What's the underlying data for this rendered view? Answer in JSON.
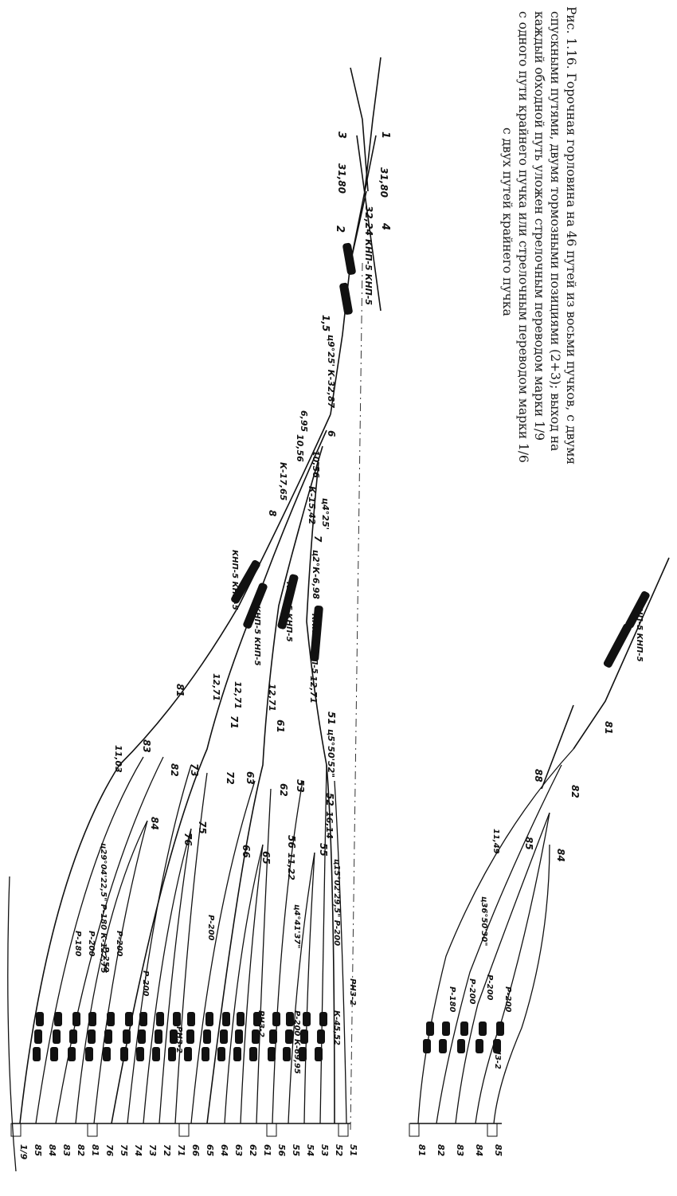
{
  "caption": {
    "lines": [
      "Рис. 1.16. Горочная горловина на 46 путей из восьми пучков, с двумя",
      "спускными путями, двумя тормозными позициями (2+3); выход на",
      "каждый обходной путь уложен стрелочным переводом марки 1/9",
      "с одного пути крайнего пучка или стрелочным переводом марки 1/6",
      "с двух путей крайнего пучка"
    ]
  },
  "labels": {
    "main": [
      "1",
      "3",
      "31,80",
      "31,80",
      "4",
      "2",
      "32,24",
      "КНП-5 КНП-5",
      "1,5",
      "ц9°25' К-32,87",
      "6,95",
      "6",
      "10,56",
      "10,56",
      "ц4°25'",
      "К-15,42",
      "7",
      "ц2°К-6,98",
      "8",
      "К-17,65",
      "КНП-5 КНП-5",
      "КНП-5 КНП-5",
      "КНП-5 КНП-5",
      "КНП-5 КНП-5",
      "12,71",
      "12,71",
      "12,71",
      "12,71",
      "81",
      "71",
      "61",
      "51",
      "ц5°50'52\"",
      "52",
      "16,14",
      "83",
      "11,03",
      "82",
      "73",
      "72",
      "63",
      "62",
      "53",
      "56",
      "11,22",
      "55",
      "84",
      "76",
      "75",
      "66",
      "65",
      "ц15°02'29,5\" Р-200",
      "ц4°41'37\"",
      "ц29°04'22,5\" Р-180 К-122,75",
      "Р-200",
      "Р-250",
      "Р-200",
      "Р-180",
      "Р-200",
      "Р-200",
      "Р-200 К-69,95",
      "К-45,52",
      "РНЗ-2",
      "РНЗ-2",
      "РНЗ-2"
    ],
    "secondary": [
      "КНП-5 КНП-5",
      "81",
      "88",
      "82",
      "11,49",
      "85",
      "84",
      "ц36°50'30\"",
      "Р-200",
      "Р-200",
      "Р-200",
      "Р-180",
      "РНЗ-2"
    ],
    "ends_main": [
      "51",
      "52",
      "53",
      "54",
      "55",
      "56",
      "61",
      "62",
      "63",
      "64",
      "65",
      "66",
      "71",
      "72",
      "73",
      "74",
      "75",
      "76",
      "81",
      "82",
      "83",
      "84",
      "85",
      "1/9"
    ],
    "ends_secondary": [
      "81",
      "82",
      "83",
      "84",
      "85"
    ]
  }
}
